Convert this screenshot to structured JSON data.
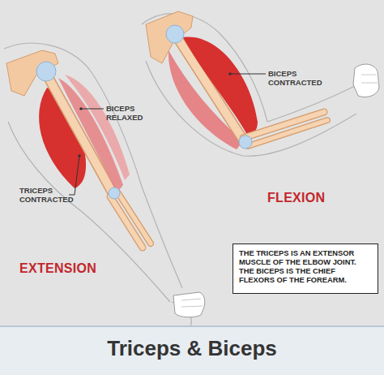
{
  "diagram": {
    "title": "Triceps & Biceps",
    "nodes": [
      {
        "text": [
          "THE TRICEPS IS AN EXTENSOR MUSCLE OF THE ELBOW JOINT. THE BICEPS IS THE CHIEF FLEXORS OF THE FOREARM."
        ]
      }
    ],
    "labels": [
      "BICEPS RELAXED",
      "TRICEPS CONTRACTED",
      "BICEPS CONTRACTED",
      "FLEXION",
      "EXTENSION"
    ]
  }
}
